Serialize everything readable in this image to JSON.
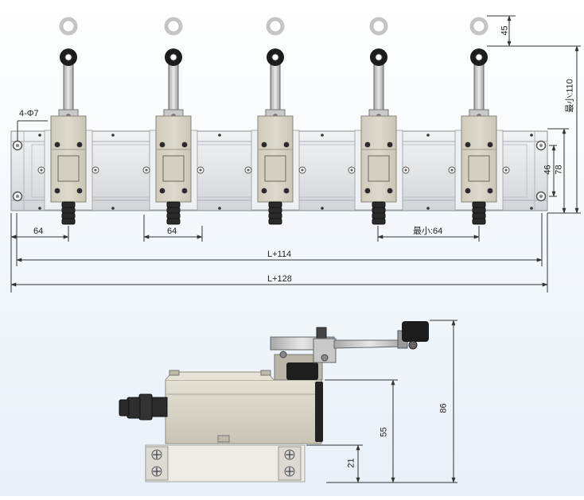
{
  "labels": {
    "holes": "4-Φ7",
    "pitch_left": "64",
    "pitch_mid": "64",
    "pitch_min": "最小:64",
    "length_inner": "L+114",
    "length_outer": "L+128",
    "lever_travel": "45",
    "min_height": "最小:110",
    "rail_inner": "46",
    "rail_outer": "78",
    "side_total": "86",
    "side_body": "55",
    "side_base": "21"
  },
  "colors": {
    "switch_body": "#d6d2c4",
    "rail": "#e4e6e8",
    "ghost_roller": "#c4c4c4",
    "dimension_line": "#333333",
    "connector": "#2a2a2a"
  }
}
